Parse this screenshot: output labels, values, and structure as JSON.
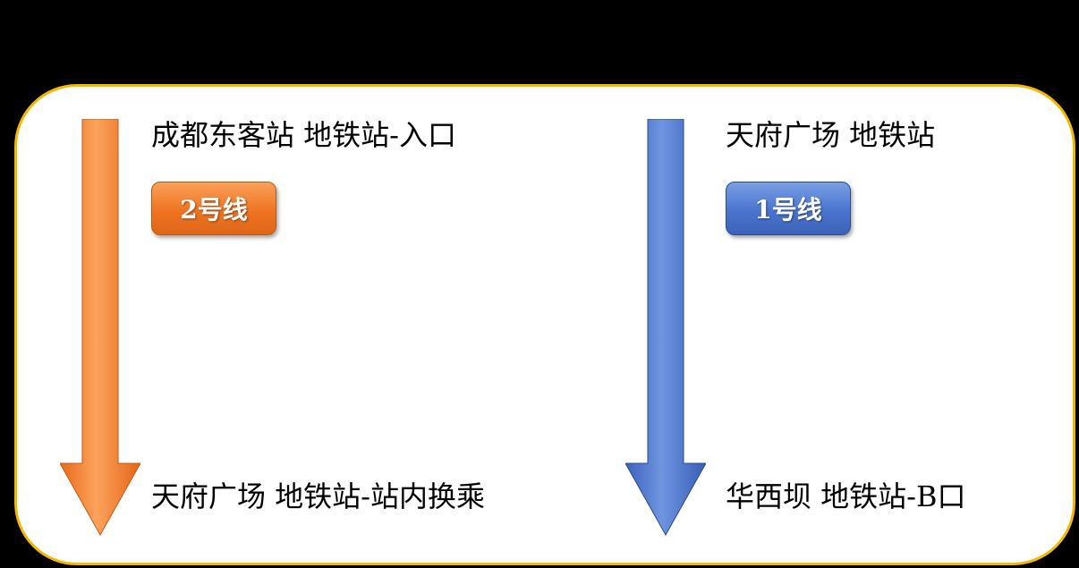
{
  "colors": {
    "background": "#000000",
    "panel": "#ffffff",
    "panel_border": "#f5b800",
    "line2_orange": "#ee7421",
    "line1_blue": "#4a74cf"
  },
  "left_route": {
    "start_station": "成都东客站 地铁站-入口",
    "line_label": "2号线",
    "end_station": "天府广场 地铁站-站内换乘"
  },
  "right_route": {
    "start_station": "天府广场 地铁站",
    "line_label": "1号线",
    "end_station": "华西坝 地铁站-B口"
  }
}
